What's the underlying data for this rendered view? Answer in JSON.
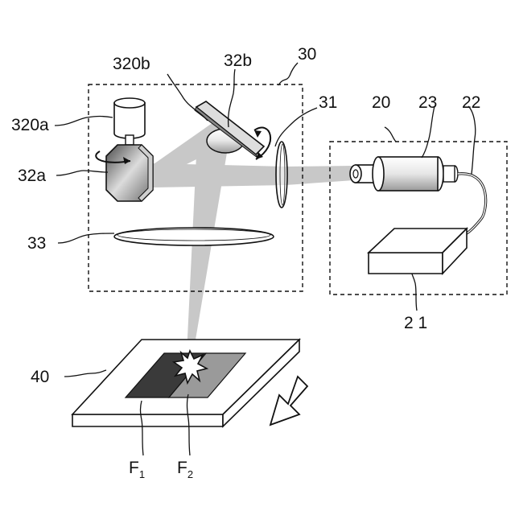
{
  "labels": {
    "l30": "30",
    "l31": "31",
    "l32a": "32a",
    "l32b": "32b",
    "l320a": "320a",
    "l320b": "320b",
    "l33": "33",
    "l20": "20",
    "l21": "2 1",
    "l22": "22",
    "l23": "23",
    "l40": "40",
    "f1_main": "F",
    "f1_sub": "1",
    "f2_main": "F",
    "f2_sub": "2"
  },
  "colors": {
    "beam": "#c8c8c8",
    "film_f1": "#3a3a3a",
    "film_f2": "#9a9a9a",
    "line": "#111111"
  },
  "icons": {
    "rotation_arrow": "rotation-arrow-icon",
    "spark": "spark-icon",
    "stage_direction": "direction-arrow-icon"
  }
}
